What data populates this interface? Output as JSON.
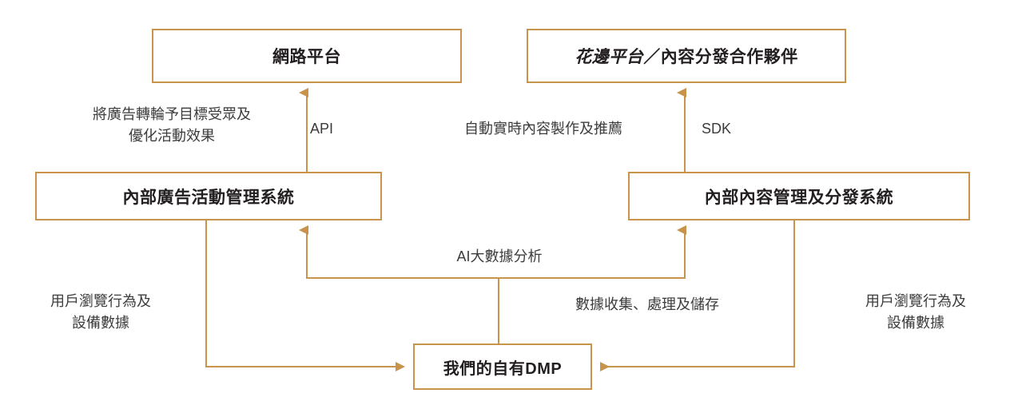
{
  "diagram": {
    "title": "我們的自有DMP 數據流程圖",
    "colors": {
      "stroke": "#C8944B",
      "text": "#231f20",
      "label_text": "#3c3c3c",
      "background": "#ffffff"
    },
    "nodes": {
      "web_platform": {
        "label": "網路平台"
      },
      "partner_platform": {
        "label_emphasis": "花邊平台",
        "label_rest": "／內容分發合作夥伴"
      },
      "ad_system": {
        "label": "內部廣告活動管理系統"
      },
      "content_system": {
        "label": "內部內容管理及分發系統"
      },
      "dmp": {
        "label": "我們的自有DMP"
      }
    },
    "edge_labels": {
      "ad_rotation": "將廣告轉輪予目標受眾及\n優化活動效果",
      "api": "API",
      "content_generation": "自動實時內容製作及推薦",
      "sdk": "SDK",
      "ai_analytics": "AI大數據分析",
      "data_pipeline": "數據收集、處理及儲存",
      "user_behaviour_left": "用戶瀏覽行為及\n設備數據",
      "user_behaviour_right": "用戶瀏覽行為及\n設備數據"
    }
  }
}
